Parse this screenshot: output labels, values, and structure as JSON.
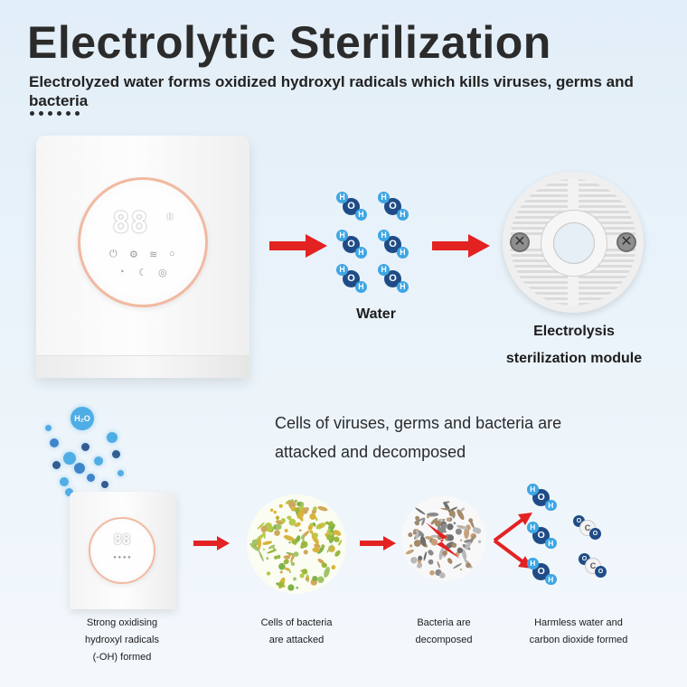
{
  "header": {
    "title": "Electrolytic Sterilization",
    "subtitle": "Electrolyzed water forms oxidized hydroxyl radicals which kills viruses, germs and bacteria"
  },
  "device": {
    "display": "88",
    "display_unit_top": "H",
    "display_unit_bottom": "%"
  },
  "top_row": {
    "water_label": "Water",
    "module_label_line1": "Electrolysis",
    "module_label_line2": "sterilization module"
  },
  "molecule": {
    "o": "O",
    "h": "H",
    "c": "C"
  },
  "bubble": {
    "main": "H₂O"
  },
  "mid_text": {
    "line1": "Cells of viruses, germs and bacteria are",
    "line2": "attacked and decomposed"
  },
  "steps": [
    {
      "line1": "Strong oxidising",
      "line2": "hydroxyl radicals",
      "line3": "(-OH) formed"
    },
    {
      "line1": "Cells of bacteria",
      "line2": "are attacked"
    },
    {
      "line1": "Bacteria are",
      "line2": "decomposed"
    },
    {
      "line1": "Harmless water and",
      "line2": "carbon dioxide formed"
    }
  ],
  "colors": {
    "arrow": "#e32222",
    "oxygen": "#1f4c86",
    "hydrogen": "#3fa6e3",
    "ring_accent": "#f2b9a1"
  }
}
